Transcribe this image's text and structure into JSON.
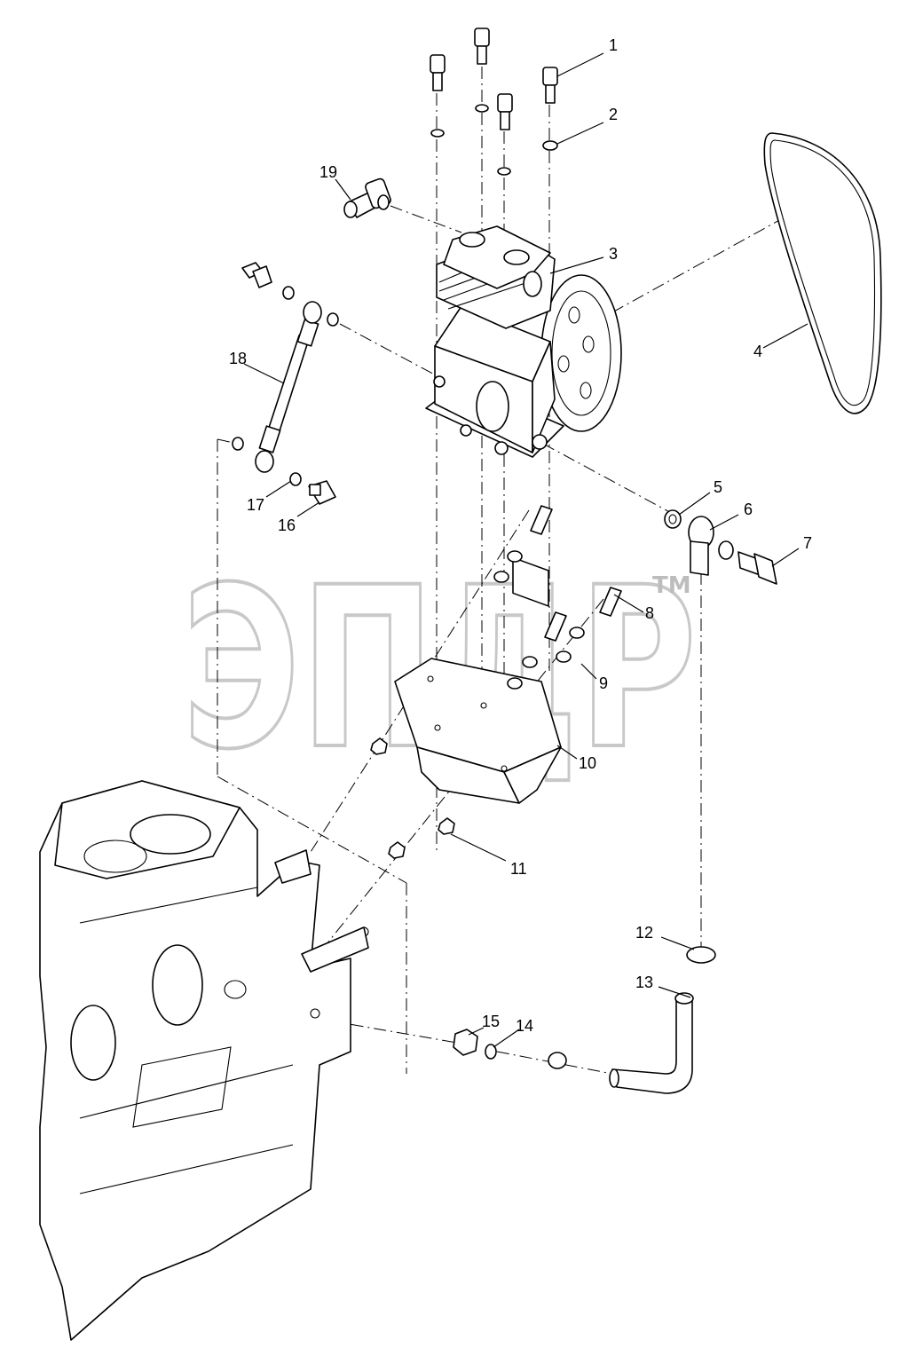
{
  "watermark": {
    "text": "ЭПДР",
    "trademark": "TM"
  },
  "callouts": [
    {
      "id": "callout-1",
      "label": "1"
    },
    {
      "id": "callout-2",
      "label": "2"
    },
    {
      "id": "callout-3",
      "label": "3"
    },
    {
      "id": "callout-4",
      "label": "4"
    },
    {
      "id": "callout-5",
      "label": "5"
    },
    {
      "id": "callout-6",
      "label": "6"
    },
    {
      "id": "callout-7",
      "label": "7"
    },
    {
      "id": "callout-8",
      "label": "8"
    },
    {
      "id": "callout-9",
      "label": "9"
    },
    {
      "id": "callout-10",
      "label": "10"
    },
    {
      "id": "callout-11",
      "label": "11"
    },
    {
      "id": "callout-12",
      "label": "12"
    },
    {
      "id": "callout-13",
      "label": "13"
    },
    {
      "id": "callout-14",
      "label": "14"
    },
    {
      "id": "callout-15",
      "label": "15"
    },
    {
      "id": "callout-16",
      "label": "16"
    },
    {
      "id": "callout-17",
      "label": "17"
    },
    {
      "id": "callout-18",
      "label": "18"
    },
    {
      "id": "callout-19",
      "label": "19"
    }
  ]
}
